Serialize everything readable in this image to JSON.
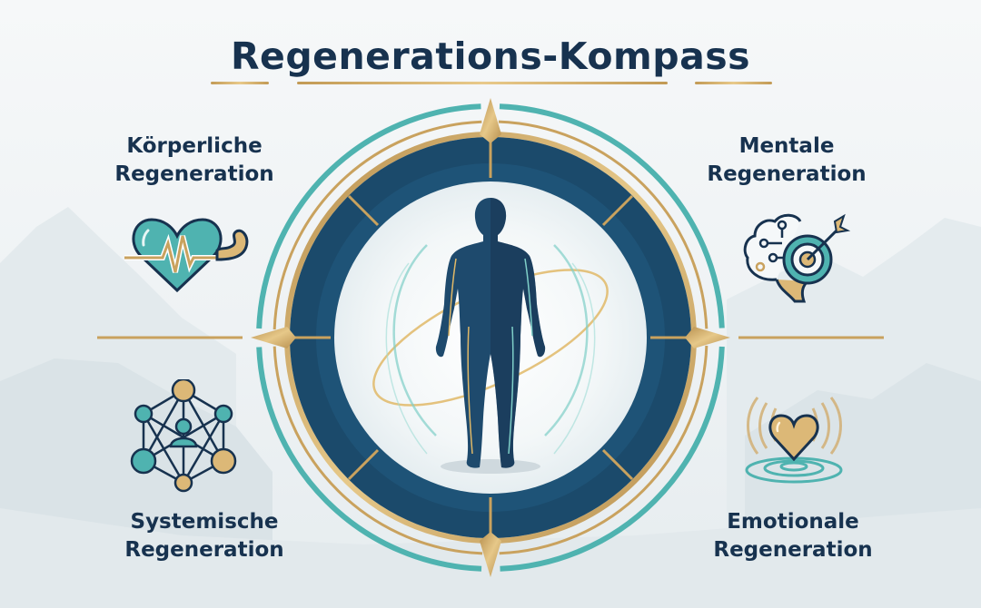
{
  "title": "Regenerations-Kompass",
  "quadrants": {
    "top_left": {
      "line1": "Körperliche",
      "line2": "Regeneration",
      "icon": "heart-pulse-muscle-icon"
    },
    "top_right": {
      "line1": "Mentale",
      "line2": "Regeneration",
      "icon": "brain-target-icon"
    },
    "bottom_left": {
      "line1": "Systemische",
      "line2": "Regeneration",
      "icon": "network-people-icon"
    },
    "bottom_right": {
      "line1": "Emotionale",
      "line2": "Regeneration",
      "icon": "heart-ripple-icon"
    }
  },
  "center": {
    "figure": "human-figure-icon"
  },
  "colors": {
    "navy": "#17324f",
    "ring_dark": "#1b4a6b",
    "teal": "#4fb3b0",
    "gold": "#c9a25e",
    "background": "#eef2f4"
  }
}
